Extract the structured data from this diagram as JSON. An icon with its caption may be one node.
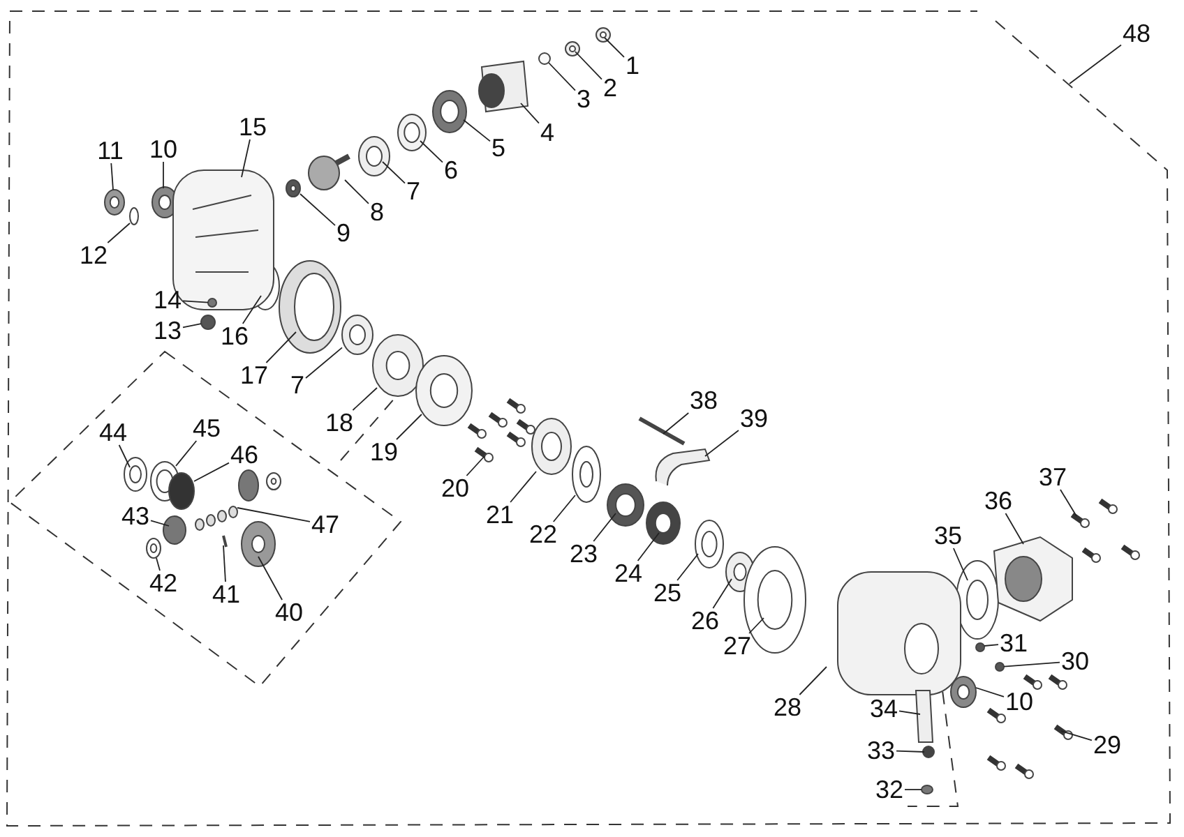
{
  "diagram": {
    "nodes": [
      {
        "text": [
          "48"
        ]
      },
      {
        "text": [
          "1"
        ]
      },
      {
        "text": [
          "2"
        ]
      },
      {
        "text": [
          "3"
        ]
      },
      {
        "text": [
          "4"
        ]
      },
      {
        "text": [
          "5"
        ]
      },
      {
        "text": [
          "6"
        ]
      },
      {
        "text": [
          "15"
        ]
      },
      {
        "text": [
          "11"
        ]
      },
      {
        "text": [
          "10"
        ]
      },
      {
        "text": [
          "7"
        ]
      },
      {
        "text": [
          "8"
        ]
      },
      {
        "text": [
          "9"
        ]
      },
      {
        "text": [
          "12"
        ]
      },
      {
        "text": [
          "14"
        ]
      },
      {
        "text": [
          "13"
        ]
      },
      {
        "text": [
          "16"
        ]
      },
      {
        "text": [
          "17"
        ]
      },
      {
        "text": [
          "7"
        ]
      },
      {
        "text": [
          "18"
        ]
      },
      {
        "text": [
          "19"
        ]
      },
      {
        "text": [
          "20"
        ]
      },
      {
        "text": [
          "38"
        ]
      },
      {
        "text": [
          "39"
        ]
      },
      {
        "text": [
          "44"
        ]
      },
      {
        "text": [
          "45"
        ]
      },
      {
        "text": [
          "46"
        ]
      },
      {
        "text": [
          "21"
        ]
      },
      {
        "text": [
          "22"
        ]
      },
      {
        "text": [
          "23"
        ]
      },
      {
        "text": [
          "36"
        ]
      },
      {
        "text": [
          "37"
        ]
      },
      {
        "text": [
          "43"
        ]
      },
      {
        "text": [
          "47"
        ]
      },
      {
        "text": [
          "24"
        ]
      },
      {
        "text": [
          "35"
        ]
      },
      {
        "text": [
          "25"
        ]
      },
      {
        "text": [
          "42"
        ]
      },
      {
        "text": [
          "41"
        ]
      },
      {
        "text": [
          "40"
        ]
      },
      {
        "text": [
          "26"
        ]
      },
      {
        "text": [
          "27"
        ]
      },
      {
        "text": [
          "31"
        ]
      },
      {
        "text": [
          "30"
        ]
      },
      {
        "text": [
          "28"
        ]
      },
      {
        "text": [
          "10"
        ]
      },
      {
        "text": [
          "34"
        ]
      },
      {
        "text": [
          "29"
        ]
      },
      {
        "text": [
          "33"
        ]
      },
      {
        "text": [
          "32"
        ]
      },
      {
        "text": [],
        "shape": "circle"
      },
      {
        "text": [],
        "shape": "picture"
      },
      {
        "text": [],
        "shape": "circle"
      },
      {
        "text": [],
        "shape": "circle"
      }
    ],
    "edges": [
      {
        "from": 0,
        "to": null,
        "arrow": "none"
      },
      {
        "from": 1,
        "to": null,
        "arrow": "none"
      },
      {
        "from": 2,
        "to": null,
        "arrow": "none"
      },
      {
        "from": 3,
        "to": null,
        "arrow": "none"
      },
      {
        "from": 4,
        "to": null,
        "arrow": "none"
      },
      {
        "from": 5,
        "to": null,
        "arrow": "none"
      },
      {
        "from": 6,
        "to": null,
        "arrow": "none"
      },
      {
        "from": 7,
        "to": null,
        "arrow": "none"
      },
      {
        "from": 8,
        "to": null,
        "arrow": "none"
      },
      {
        "from": 9,
        "to": null,
        "arrow": "none"
      },
      {
        "from": 10,
        "to": null,
        "arrow": "none"
      },
      {
        "from": 11,
        "to": null,
        "arrow": "none"
      },
      {
        "from": 12,
        "to": null,
        "arrow": "none"
      },
      {
        "from": 13,
        "to": null,
        "arrow": "none"
      },
      {
        "from": 14,
        "to": 53,
        "arrow": "none"
      },
      {
        "from": 15,
        "to": 50,
        "arrow": "none"
      },
      {
        "from": 16,
        "to": null,
        "arrow": "none"
      },
      {
        "from": 17,
        "to": null,
        "arrow": "none"
      },
      {
        "from": 18,
        "to": 51,
        "arrow": "none"
      },
      {
        "from": 19,
        "to": null,
        "arrow": "none"
      },
      {
        "from": 20,
        "to": null,
        "arrow": "none"
      },
      {
        "from": 21,
        "to": null,
        "arrow": "none"
      },
      {
        "from": 22,
        "to": null,
        "arrow": "none"
      },
      {
        "from": 23,
        "to": null,
        "arrow": "none"
      },
      {
        "from": 24,
        "to": null,
        "arrow": "none"
      },
      {
        "from": 25,
        "to": null,
        "arrow": "none"
      },
      {
        "from": 26,
        "to": null,
        "arrow": "none"
      },
      {
        "from": 27,
        "to": null,
        "arrow": "none"
      },
      {
        "from": 28,
        "to": null,
        "arrow": "none"
      },
      {
        "from": 29,
        "to": null,
        "arrow": "none"
      },
      {
        "from": 30,
        "to": null,
        "arrow": "none"
      },
      {
        "from": 31,
        "to": null,
        "arrow": "none"
      },
      {
        "from": 32,
        "to": null,
        "arrow": "none"
      },
      {
        "from": 33,
        "to": null,
        "arrow": "none"
      },
      {
        "from": 34,
        "to": null,
        "arrow": "none"
      },
      {
        "from": 35,
        "to": null,
        "arrow": "none"
      },
      {
        "from": 36,
        "to": null,
        "arrow": "none"
      },
      {
        "from": 37,
        "to": null,
        "arrow": "none"
      },
      {
        "from": 38,
        "to": null,
        "arrow": "none"
      },
      {
        "from": 39,
        "to": null,
        "arrow": "none"
      },
      {
        "from": 40,
        "to": null,
        "arrow": "none"
      },
      {
        "from": 41,
        "to": null,
        "arrow": "none"
      },
      {
        "from": 42,
        "to": null,
        "arrow": "none"
      },
      {
        "from": 43,
        "to": 52,
        "arrow": "none"
      },
      {
        "from": 44,
        "to": null,
        "arrow": "none"
      },
      {
        "from": 45,
        "to": null,
        "arrow": "none"
      },
      {
        "from": 46,
        "to": null,
        "arrow": "none"
      },
      {
        "from": 47,
        "to": null,
        "arrow": "none"
      },
      {
        "from": 48,
        "to": null,
        "arrow": "none"
      },
      {
        "from": 49,
        "to": null,
        "arrow": "none"
      }
    ]
  }
}
